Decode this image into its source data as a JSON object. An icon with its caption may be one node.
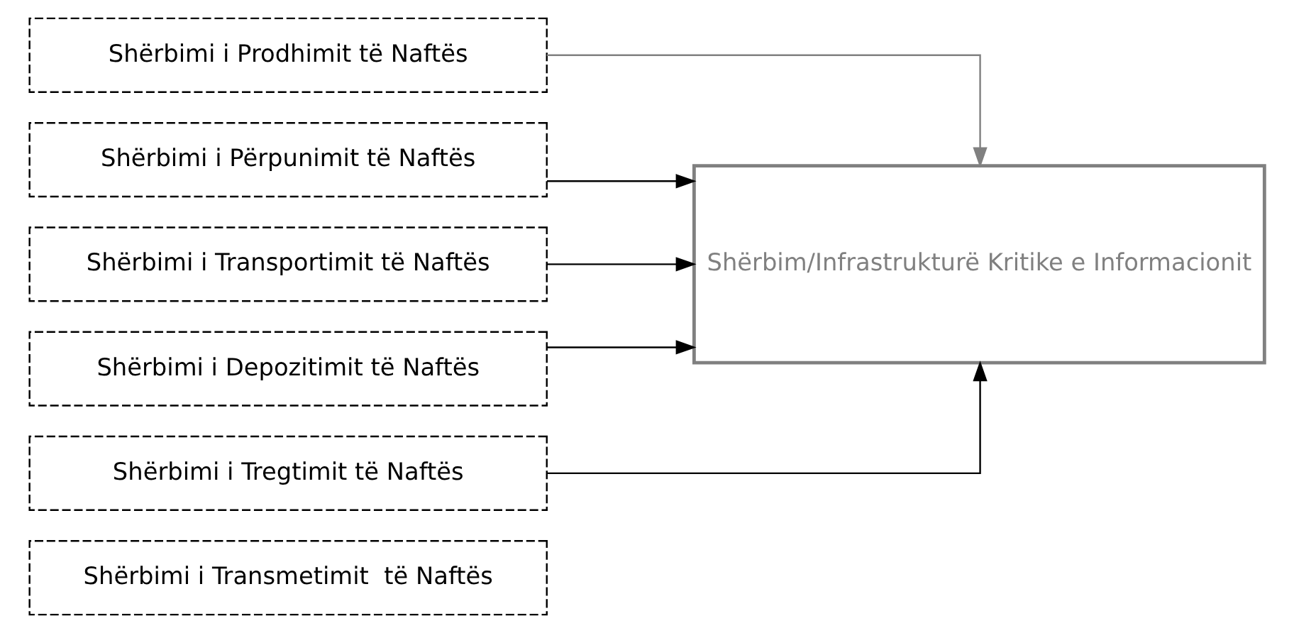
{
  "diagram": {
    "nodes": [
      {
        "text": [
          "Shërbimi i Prodhimit të Naftës"
        ]
      },
      {
        "text": [
          "Shërbimi i Përpunimit të Naftës"
        ]
      },
      {
        "text": [
          "Shërbimi i Transportimit të Naftës"
        ]
      },
      {
        "text": [
          "Shërbimi i Depozitimit të Naftës"
        ]
      },
      {
        "text": [
          "Shërbimi i Tregtimit të Naftës"
        ]
      },
      {
        "text": [
          "Shërbimi i Transmetimit  të Naftës"
        ]
      },
      {
        "text": [
          "Shërbim/Infrastrukturë Kritike e Informacionit"
        ]
      }
    ],
    "edges": [
      {
        "from": 0,
        "to": 6,
        "arrow": "to",
        "color": "#808080"
      },
      {
        "from": 1,
        "to": 6,
        "arrow": "to"
      },
      {
        "from": 2,
        "to": 6,
        "arrow": "to"
      },
      {
        "from": 3,
        "to": 6,
        "arrow": "to"
      },
      {
        "from": 4,
        "to": 6,
        "arrow": "to"
      }
    ]
  }
}
